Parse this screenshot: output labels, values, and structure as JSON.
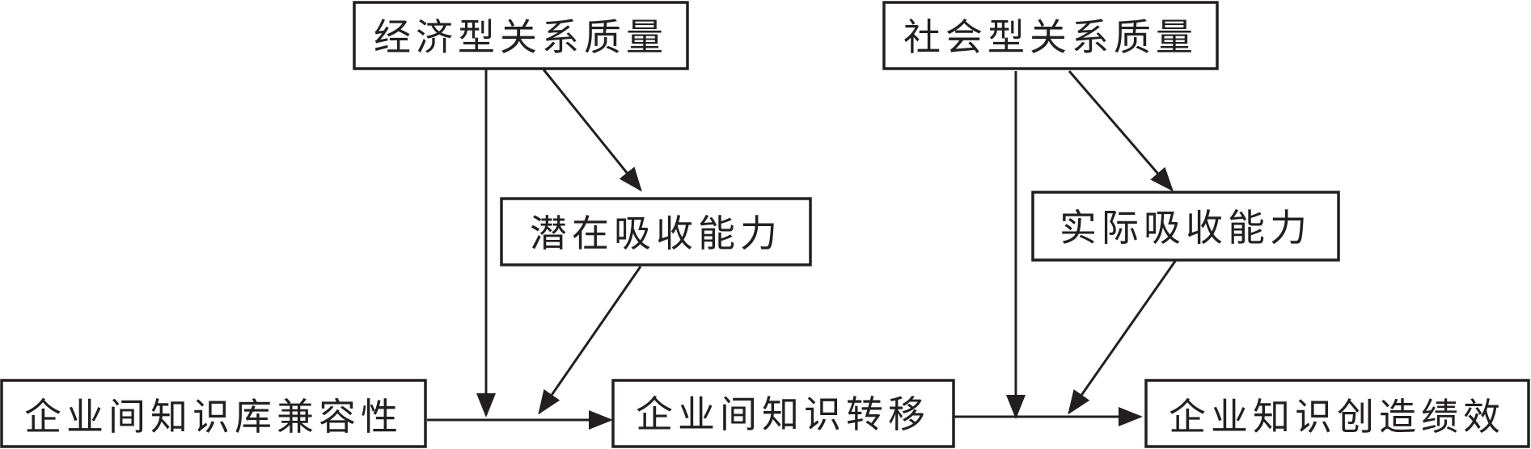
{
  "nodes": {
    "economic_quality": "经济型关系质量",
    "social_quality": "社会型关系质量",
    "potential_absorptive": "潜在吸收能力",
    "realized_absorptive": "实际吸收能力",
    "knowledge_compatibility": "企业间知识库兼容性",
    "knowledge_transfer": "企业间知识转移",
    "knowledge_creation": "企业知识创造绩效"
  },
  "edges": [
    {
      "from": "knowledge_compatibility",
      "to": "knowledge_transfer"
    },
    {
      "from": "knowledge_transfer",
      "to": "knowledge_creation"
    },
    {
      "from": "economic_quality",
      "to": "potential_absorptive"
    },
    {
      "from": "economic_quality",
      "to": "compatibility-transfer-link"
    },
    {
      "from": "potential_absorptive",
      "to": "compatibility-transfer-link"
    },
    {
      "from": "social_quality",
      "to": "realized_absorptive"
    },
    {
      "from": "social_quality",
      "to": "transfer-creation-link"
    },
    {
      "from": "realized_absorptive",
      "to": "transfer-creation-link"
    }
  ],
  "colors": {
    "stroke": "#231f20",
    "background": "#ffffff"
  }
}
